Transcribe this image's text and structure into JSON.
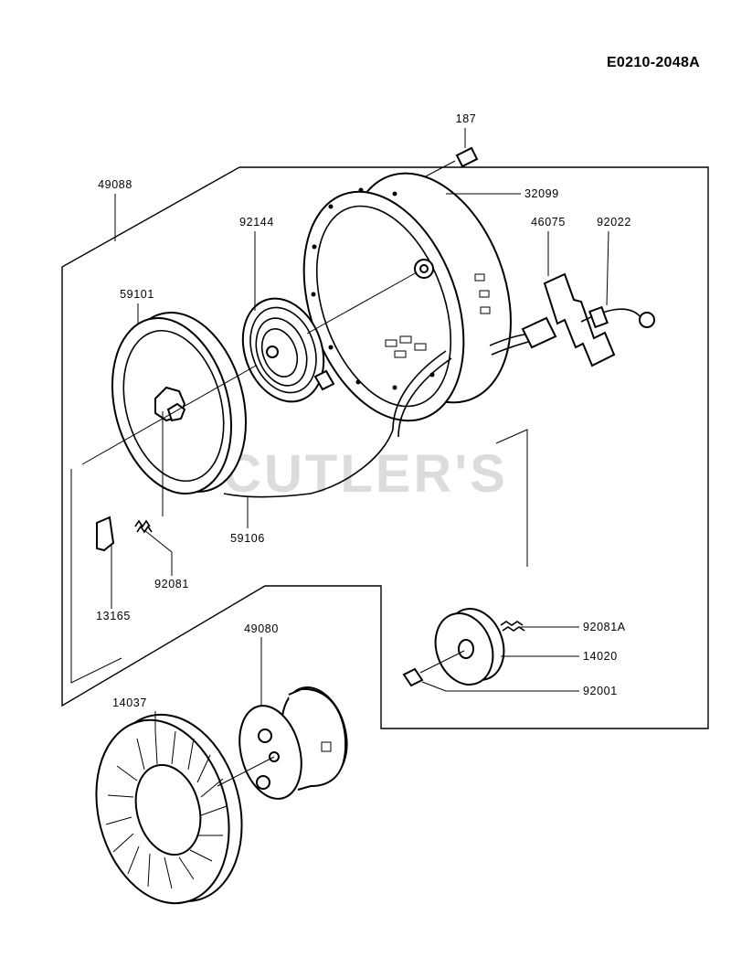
{
  "diagram": {
    "reference_code": "E0210-2048A",
    "watermark": "CUTLER'S",
    "parts": [
      {
        "number": "187"
      },
      {
        "number": "49088"
      },
      {
        "number": "32099"
      },
      {
        "number": "92144"
      },
      {
        "number": "46075"
      },
      {
        "number": "92022"
      },
      {
        "number": "59101"
      },
      {
        "number": "59106"
      },
      {
        "number": "92081"
      },
      {
        "number": "13165"
      },
      {
        "number": "49080"
      },
      {
        "number": "92081A"
      },
      {
        "number": "14020"
      },
      {
        "number": "92001"
      },
      {
        "number": "14037"
      }
    ]
  }
}
